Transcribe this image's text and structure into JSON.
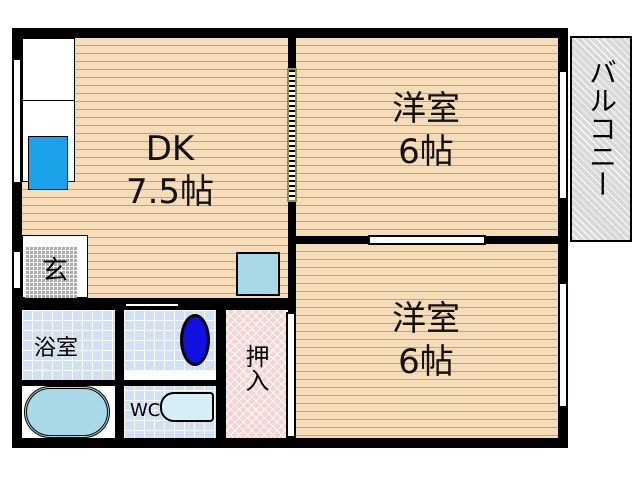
{
  "rooms": {
    "dk": {
      "name": "DK",
      "size": "7.5帖"
    },
    "western1": {
      "name": "洋室",
      "size": "6帖"
    },
    "western2": {
      "name": "洋室",
      "size": "6帖"
    },
    "balcony": "バルコニー",
    "entrance": "玄",
    "bath": "浴室",
    "wc": "WC",
    "closet": "押入"
  },
  "colors": {
    "floor": "#f7dcb8",
    "tile": "#cfe0f7",
    "sink": "#1aa3e8",
    "toilet": "#1010e0",
    "closet": "#f7d4d4",
    "balcony": "#d9d9d9"
  }
}
